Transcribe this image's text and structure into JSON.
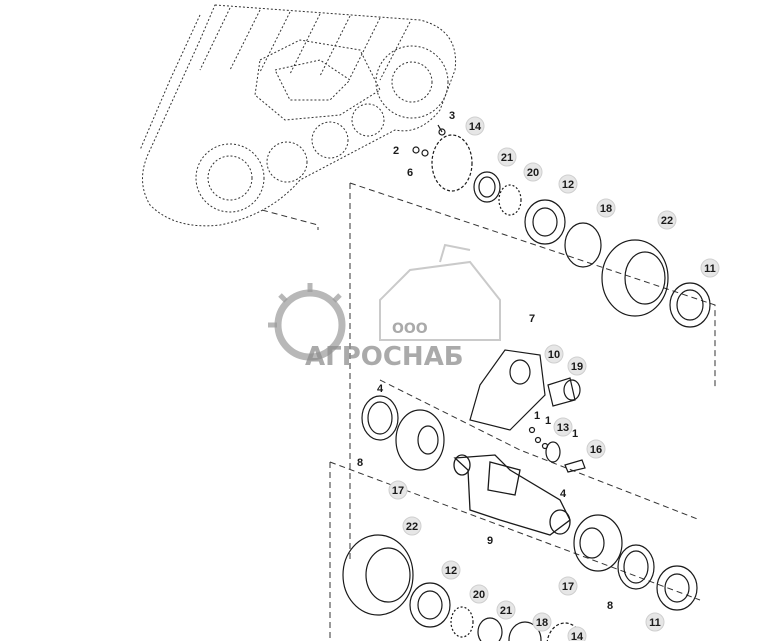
{
  "watermark": {
    "company_prefix": "ООО",
    "company_name": "АГРОСНАБ"
  },
  "callouts": {
    "top": [
      "3",
      "14",
      "2",
      "6",
      "21",
      "20",
      "12",
      "18",
      "22",
      "11"
    ],
    "middle": [
      "7",
      "10",
      "19",
      "4",
      "1",
      "1",
      "13",
      "1",
      "16",
      "4"
    ],
    "lower": [
      "8",
      "17",
      "9",
      "17",
      "8",
      "11"
    ],
    "bottom": [
      "22",
      "12",
      "20",
      "21",
      "18",
      "14"
    ]
  },
  "colors": {
    "line": "#1a1a1a",
    "callout_fill": "#e6e6e6",
    "watermark": "#8e8e8e"
  }
}
